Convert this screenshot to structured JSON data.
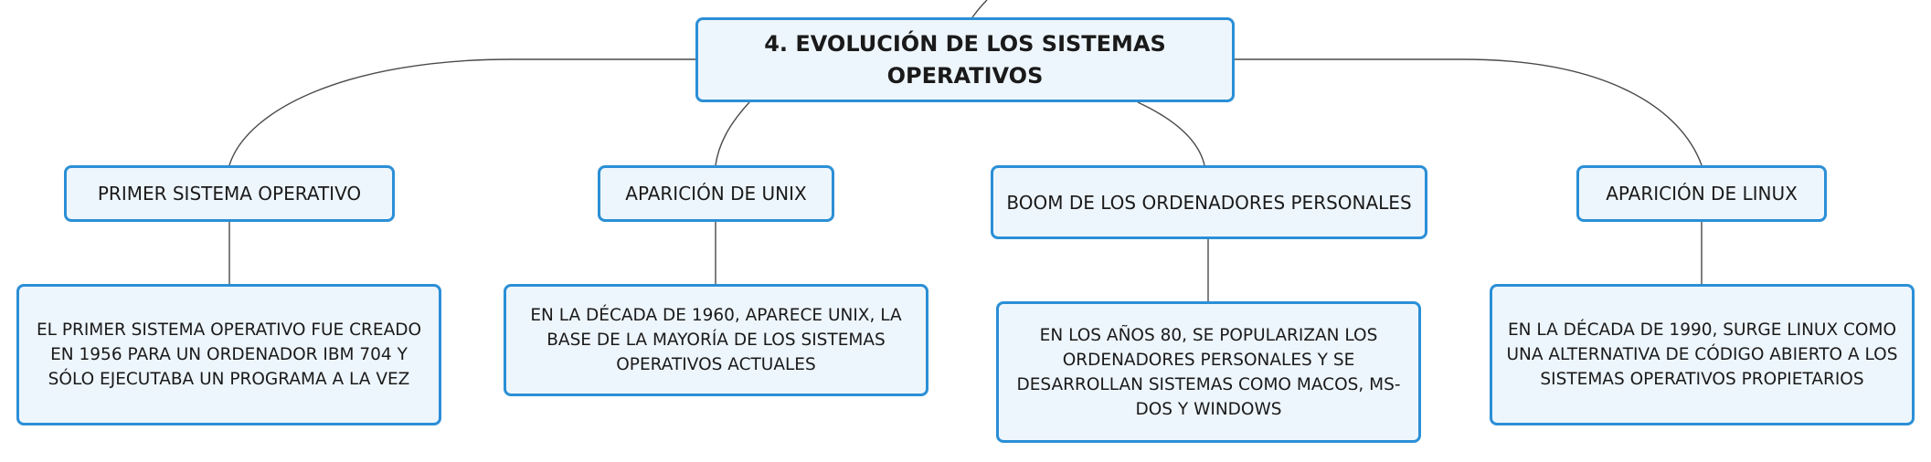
{
  "root": {
    "title": "4. EVOLUCIÓN DE LOS SISTEMAS OPERATIVOS"
  },
  "branches": [
    {
      "label": "PRIMER SISTEMA OPERATIVO",
      "detail": "EL PRIMER SISTEMA OPERATIVO FUE CREADO EN 1956 PARA UN ORDENADOR IBM 704 Y SÓLO EJECUTABA UN PROGRAMA A LA VEZ"
    },
    {
      "label": "APARICIÓN DE UNIX",
      "detail": "EN LA DÉCADA DE 1960, APARECE UNIX, LA BASE DE LA MAYORÍA DE LOS SISTEMAS OPERATIVOS ACTUALES"
    },
    {
      "label": "BOOM DE LOS ORDENADORES PERSONALES",
      "detail": "EN LOS AÑOS 80, SE POPULARIZAN LOS ORDENADORES PERSONALES Y SE DESARROLLAN SISTEMAS COMO MACOS, MS-DOS Y WINDOWS"
    },
    {
      "label": "APARICIÓN DE LINUX",
      "detail": "EN LA DÉCADA DE 1990, SURGE LINUX COMO UNA ALTERNATIVA DE CÓDIGO ABIERTO A LOS SISTEMAS OPERATIVOS PROPIETARIOS"
    }
  ],
  "colors": {
    "node_fill": "#eef6fd",
    "node_border": "#2b8fd6",
    "connector": "#4a4a4a"
  }
}
